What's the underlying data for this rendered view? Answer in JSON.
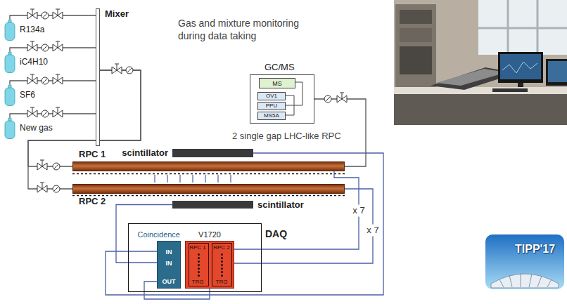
{
  "diagram": {
    "nodes": [
      {
        "text": [
          "R134a"
        ]
      },
      {
        "text": [
          "iC4H10"
        ]
      },
      {
        "text": [
          "SF6"
        ]
      },
      {
        "text": [
          "New gas"
        ]
      },
      {
        "text": [
          "Mixer"
        ]
      },
      {
        "text": [
          "GC/MS"
        ]
      },
      {
        "text": [
          "MS"
        ],
        "in": 5
      },
      {
        "text": [
          "OV1"
        ],
        "in": 5
      },
      {
        "text": [
          "PPU"
        ],
        "in": 5
      },
      {
        "text": [
          "MS5A"
        ],
        "in": 5
      },
      {
        "text": [
          "scintillator"
        ]
      },
      {
        "text": [
          "RPC 1"
        ]
      },
      {
        "text": [
          "RPC 2"
        ]
      },
      {
        "text": [
          "scintillator"
        ]
      },
      {
        "text": [
          "DAQ"
        ]
      },
      {
        "text": [
          "Coincidence",
          "IN",
          "IN",
          "OUT"
        ],
        "in": 14
      },
      {
        "text": [
          "V1720",
          "RPC 1",
          "RPC 2",
          "TRG",
          "TRG"
        ],
        "in": 14
      }
    ],
    "edges": [
      {
        "from": 0,
        "to": 4,
        "arrow": "none"
      },
      {
        "from": 1,
        "to": 4,
        "arrow": "none"
      },
      {
        "from": 2,
        "to": 4,
        "arrow": "none"
      },
      {
        "from": 3,
        "to": 4,
        "arrow": "none"
      },
      {
        "from": 4,
        "to": 11,
        "arrow": "none"
      },
      {
        "from": 4,
        "to": 12,
        "arrow": "none"
      },
      {
        "from": 11,
        "to": 5,
        "arrow": "none"
      },
      {
        "from": 10,
        "to": 15,
        "arrow": "none"
      },
      {
        "from": 13,
        "to": 15,
        "arrow": "none"
      },
      {
        "from": 15,
        "to": 16,
        "arrow": "none"
      },
      {
        "from": 11,
        "to": 16,
        "label": "x 7",
        "arrow": "none"
      },
      {
        "from": 12,
        "to": 16,
        "label": "x 7",
        "arrow": "none"
      }
    ],
    "labels": [
      "Gas and mixture monitoring during data taking",
      "2 single gap LHC-like RPC",
      "TIPP'17"
    ]
  }
}
